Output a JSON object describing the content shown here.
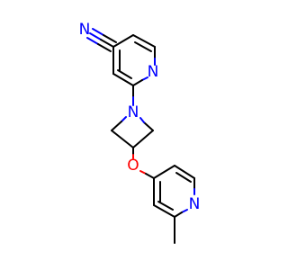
{
  "molecule": {
    "atoms": {
      "nitrile_n": {
        "symbol": "N",
        "color": "#0000ff"
      },
      "pyridine_top_n": {
        "symbol": "N",
        "color": "#0000ff"
      },
      "azetidine_n": {
        "symbol": "N",
        "color": "#0000ff"
      },
      "ether_o": {
        "symbol": "O",
        "color": "#ff0000"
      },
      "pyridine_bottom_n": {
        "symbol": "N",
        "color": "#0000ff"
      }
    },
    "bond_color": "#000000"
  }
}
